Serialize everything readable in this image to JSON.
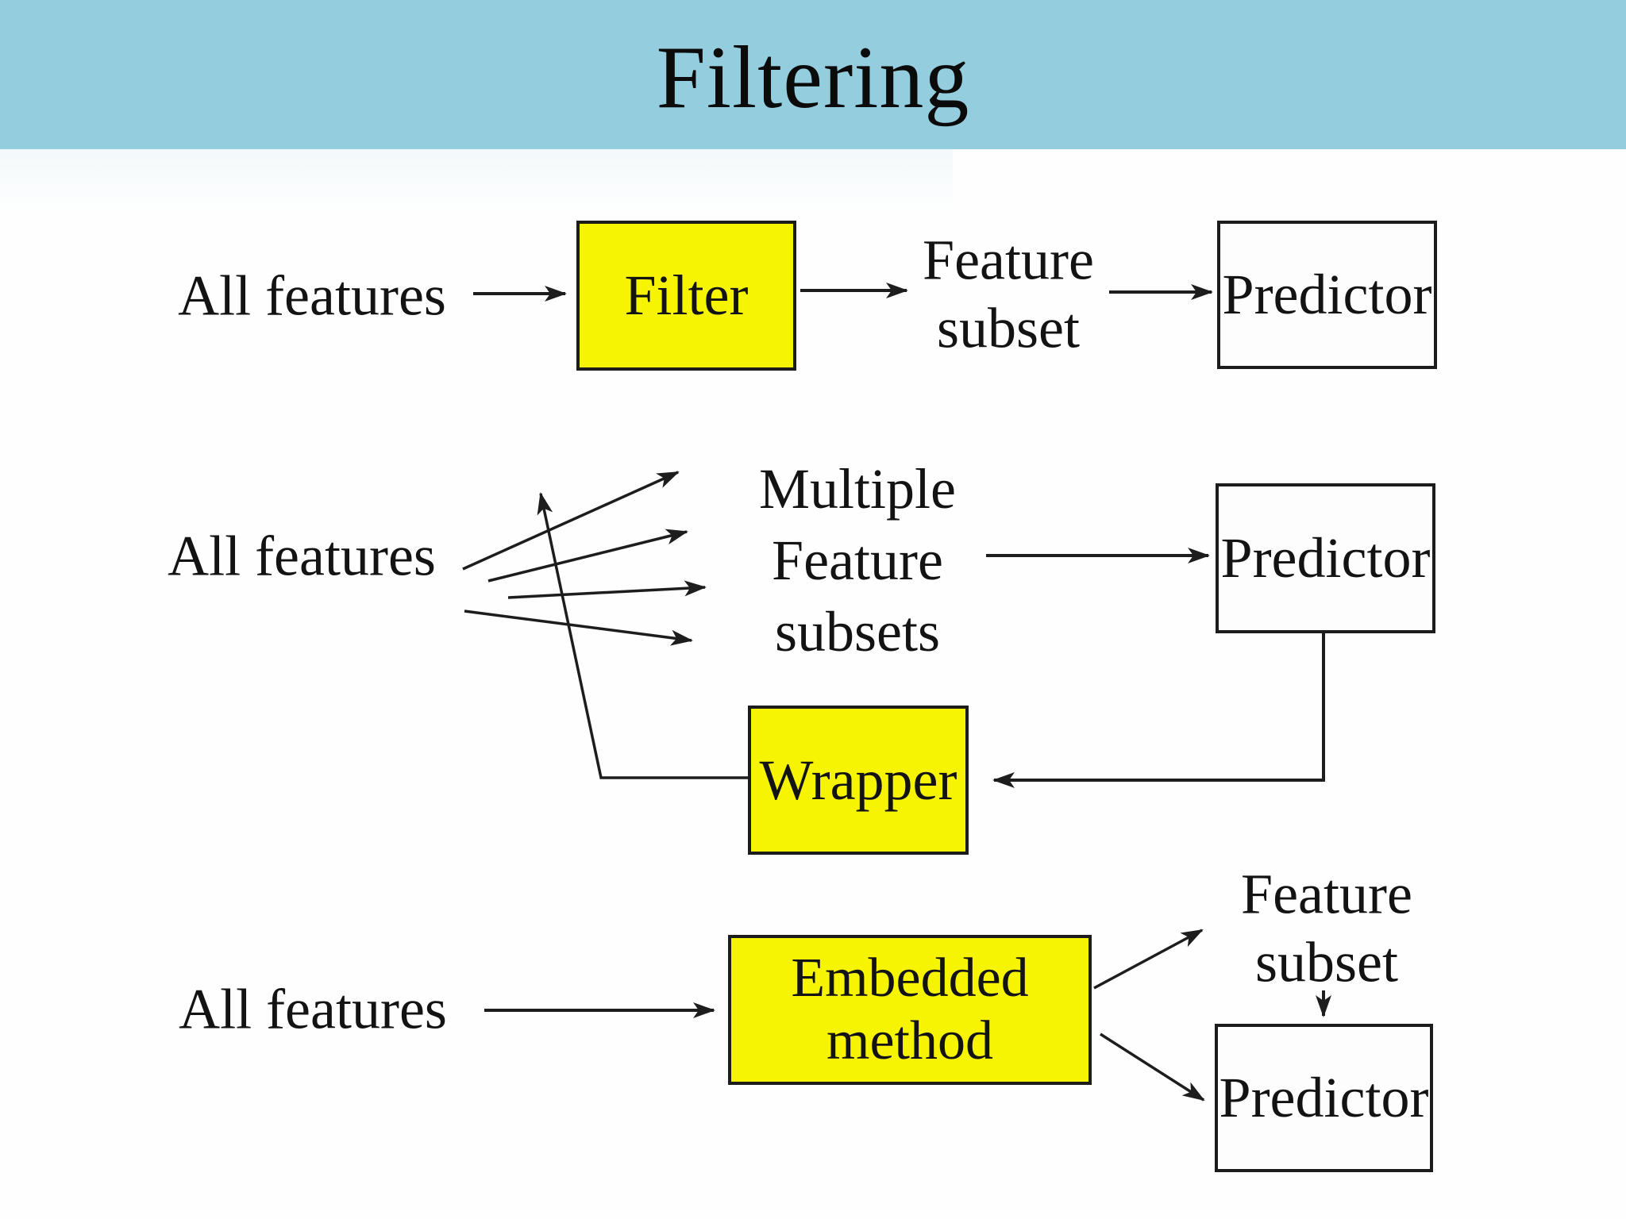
{
  "title": "Filtering",
  "colors": {
    "header_bg": "#94cede",
    "canvas_bg": "#fefefe",
    "highlight_box_fill": "#f7f401",
    "plain_box_fill": "#fdfdfd",
    "box_border": "#1c1c1c",
    "arrow": "#1d1d1d",
    "text": "#131313"
  },
  "flows": {
    "filter": {
      "input": "All features",
      "process": "Filter",
      "result_line1": "Feature",
      "result_line2": "subset",
      "consumer": "Predictor"
    },
    "wrapper": {
      "input": "All features",
      "candidates_line1": "Multiple",
      "candidates_line2": "Feature",
      "candidates_line3": "subsets",
      "consumer": "Predictor",
      "process": "Wrapper"
    },
    "embedded": {
      "input": "All features",
      "process_line1": "Embedded",
      "process_line2": "method",
      "result_line1": "Feature",
      "result_line2": "subset",
      "consumer": "Predictor"
    }
  }
}
